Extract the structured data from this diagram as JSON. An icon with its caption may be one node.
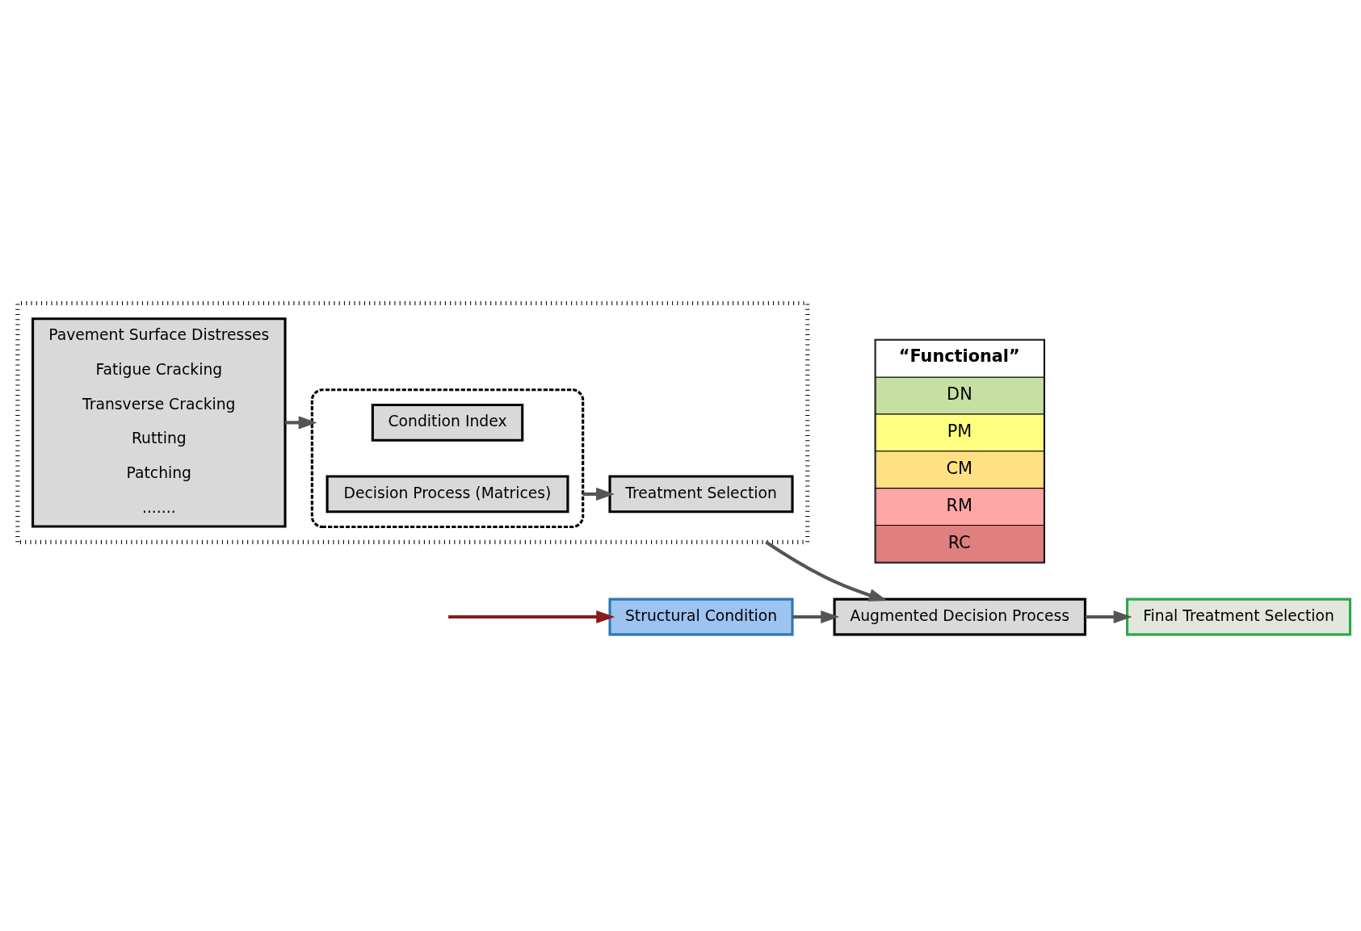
{
  "diagram": {
    "nodes": [
      {
        "text": [],
        "shape": "box"
      },
      {
        "text": [
          "Pavement Surface Distresses",
          "Fatigue Cracking",
          "Transverse Cracking",
          "Rutting",
          "Patching",
          "......."
        ],
        "in": 0
      },
      {
        "text": [],
        "shape": "box",
        "in": 0
      },
      {
        "text": [
          "Condition Index"
        ],
        "in": 2
      },
      {
        "text": [
          "Decision Process (Matrices)"
        ],
        "in": 2
      },
      {
        "text": [
          "Treatment Selection"
        ],
        "in": 0
      },
      {
        "text": [
          "“Functional”",
          "DN",
          "PM",
          "CM",
          "RM",
          "RC"
        ]
      },
      {
        "text": [
          "Structural Condition"
        ]
      },
      {
        "text": [
          "Augmented Decision Process"
        ]
      },
      {
        "text": [
          "Final Treatment Selection"
        ]
      }
    ],
    "edges": [
      {
        "from": 1,
        "to": 2,
        "arrow": "to"
      },
      {
        "from": 2,
        "to": 5,
        "arrow": "to"
      },
      {
        "from": 0,
        "to": 8,
        "arrow": "to"
      },
      {
        "from": 7,
        "to": 8,
        "arrow": "to"
      },
      {
        "from": 8,
        "to": 9,
        "arrow": "to"
      },
      {
        "from": null,
        "to": 7,
        "arrow": "to",
        "color": "#8b1a1a"
      }
    ]
  }
}
